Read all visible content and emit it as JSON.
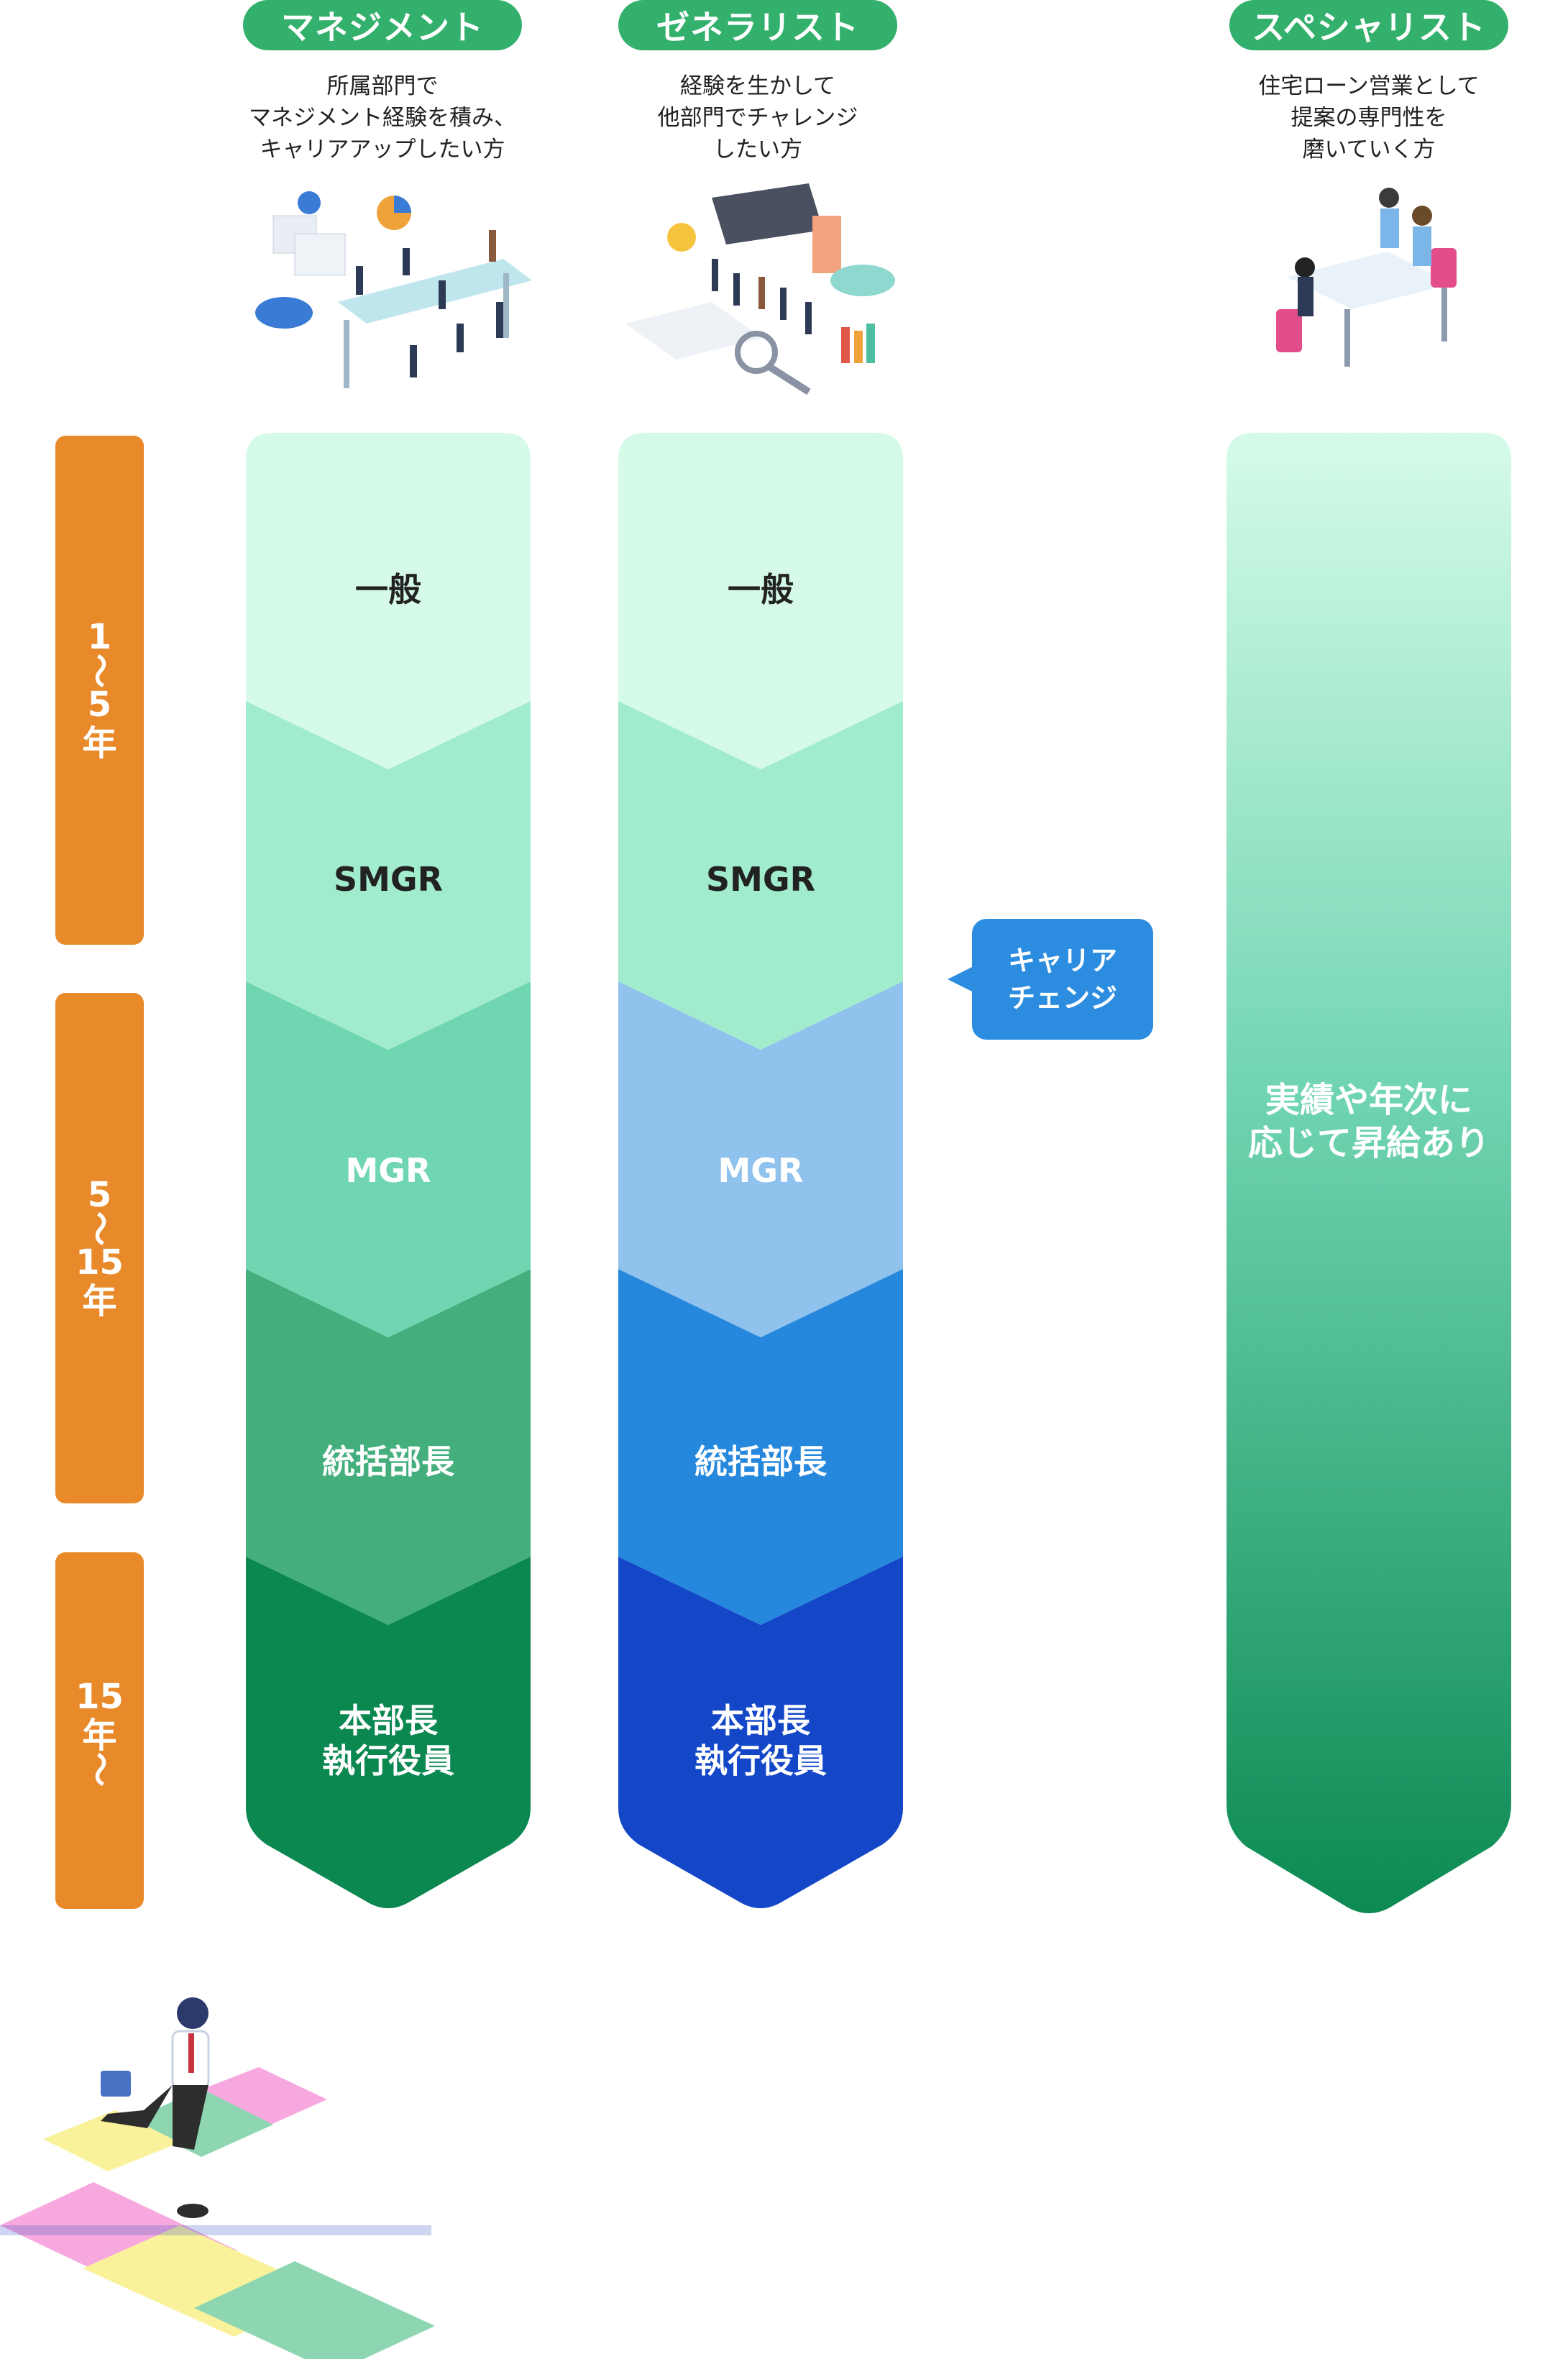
{
  "tracks": [
    {
      "label": "マネジメント",
      "desc": "所属部門で\nマネジメント経験を積み、\nキャリアアップしたい方"
    },
    {
      "label": "ゼネラリスト",
      "desc": "経験を生かして\n他部門でチャレンジ\nしたい方"
    },
    {
      "label": "スペシャリスト",
      "desc": "住宅ローン営業として\n提案の専門性を\n磨いていく方"
    }
  ],
  "years": [
    {
      "chars": [
        "1",
        "〜",
        "5",
        "年"
      ]
    },
    {
      "chars": [
        "5",
        "〜",
        "15",
        "年"
      ]
    },
    {
      "chars": [
        "15",
        "年",
        "〜"
      ]
    }
  ],
  "stages": {
    "management": [
      "一般",
      "SMGR",
      "MGR",
      "統括部長",
      "本部長\n執行役員"
    ],
    "generalist": [
      "一般",
      "SMGR",
      "MGR",
      "統括部長",
      "本部長\n執行役員"
    ]
  },
  "career_change": "キャリア\nチェンジ",
  "specialist_text": "実績や年次に\n応じて昇給あり",
  "colors": {
    "pill": "#33b06c",
    "years": "#e8892a",
    "mgmt": [
      "#d6fae8",
      "#a2ecce",
      "#70d6b2",
      "#44af7d",
      "#0b8750"
    ],
    "gen": [
      "#d6fae8",
      "#a2ecce",
      "#8fc2ec",
      "#2588dd",
      "#1447c8"
    ],
    "bubble": "#2c8de0"
  }
}
